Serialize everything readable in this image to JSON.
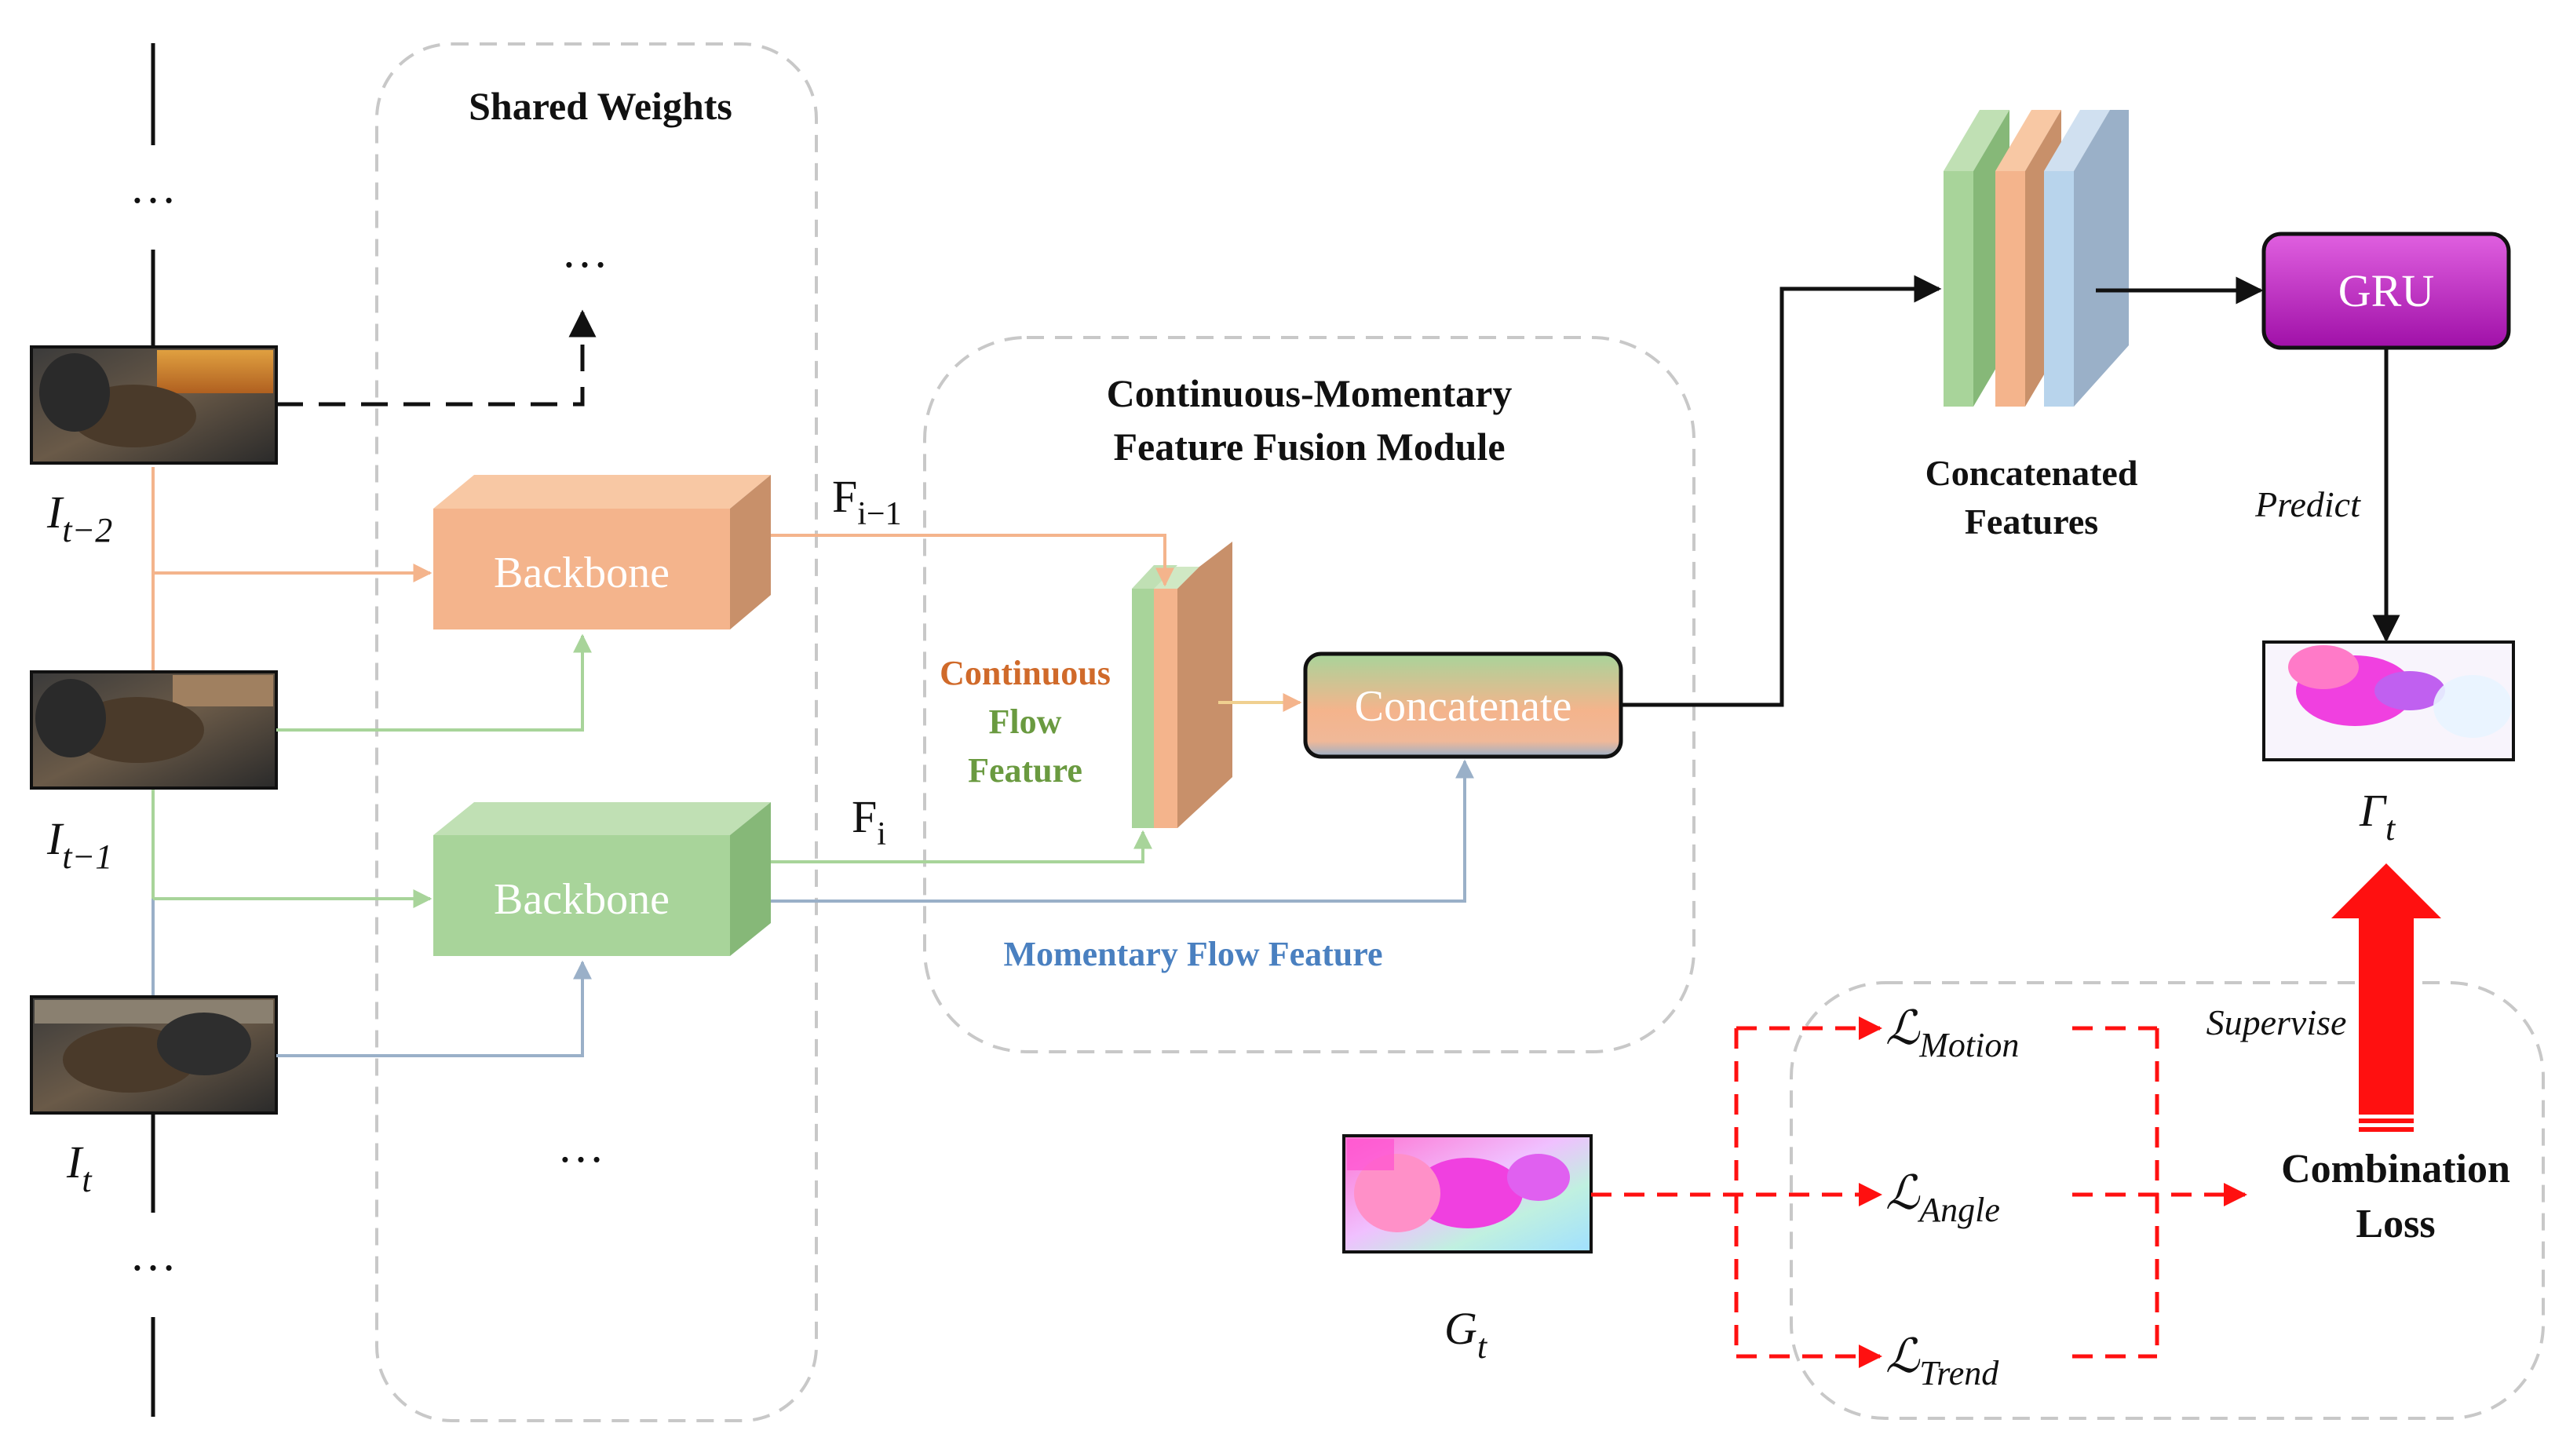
{
  "colors": {
    "orange": "#f4b48c",
    "orange_side": "#c8906a",
    "green": "#a8d49a",
    "green_side": "#86b878",
    "blue_line": "#9ab0c8",
    "gru_fill": "#c020c0",
    "red": "#ff1010",
    "orange_text": "#d06a2a",
    "green_text": "#6a9a40",
    "blue_text": "#4a80c0",
    "dash_gray": "#c8c8c8"
  },
  "labels": {
    "shared_weights": "Shared Weights",
    "fusion_title_1": "Continuous-Momentary",
    "fusion_title_2": "Feature Fusion Module",
    "backbone_top": "Backbone",
    "backbone_bottom": "Backbone",
    "concatenate": "Concatenate",
    "gru": "GRU",
    "concat_feat_1": "Concatenated",
    "concat_feat_2": "Features",
    "predict": "Predict",
    "supervise": "Supervise",
    "cont_flow_1": "Continuous",
    "cont_flow_2": "Flow",
    "cont_flow_3": "Feature",
    "momentary": "Momentary Flow Feature",
    "combo_1": "Combination",
    "combo_2": "Loss",
    "ellipsis": "…"
  },
  "math": {
    "frame_t2": {
      "base": "I",
      "sub": "t−2"
    },
    "frame_t1": {
      "base": "I",
      "sub": "t−1"
    },
    "frame_t": {
      "base": "I",
      "sub": "t"
    },
    "f_prev": {
      "base": "F",
      "sub": "i−1"
    },
    "f_cur": {
      "base": "F",
      "sub": "i"
    },
    "gt": {
      "base": "G",
      "sub": "t"
    },
    "pred": {
      "base": "Γ",
      "sub": "t"
    },
    "loss_motion": {
      "base": "ℒ",
      "sub": "Motion"
    },
    "loss_angle": {
      "base": "ℒ",
      "sub": "Angle"
    },
    "loss_trend": {
      "base": "ℒ",
      "sub": "Trend"
    }
  }
}
